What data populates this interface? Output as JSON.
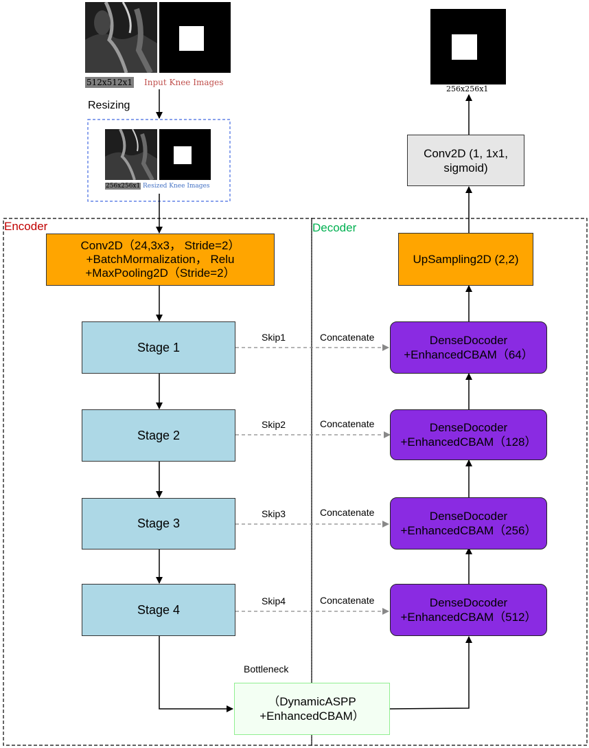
{
  "input": {
    "size_label": "512x512x1",
    "caption": "Input Knee Images"
  },
  "resize": {
    "label": "Resizing",
    "size_label": "256x256x1",
    "caption": "Resized Knee Images"
  },
  "encoder": {
    "title": "Encoder",
    "conv_block": {
      "line1": "Conv2D（24,3x3， Stride=2）",
      "line2": "+BatchMormalization， Relu",
      "line3": "+MaxPooling2D（Stride=2）"
    },
    "stages": [
      "Stage 1",
      "Stage 2",
      "Stage 3",
      "Stage 4"
    ]
  },
  "decoder": {
    "title": "Decoder",
    "blocks": [
      {
        "line1": "DenseDocoder",
        "line2": "+EnhancedCBAM（64）"
      },
      {
        "line1": "DenseDocoder",
        "line2": "+EnhancedCBAM（128）"
      },
      {
        "line1": "DenseDocoder",
        "line2": "+EnhancedCBAM（256）"
      },
      {
        "line1": "DenseDocoder",
        "line2": "+EnhancedCBAM（512）"
      }
    ],
    "upsampling": "UpSampling2D (2,2)",
    "final_conv": {
      "line1": "Conv2D (1, 1x1,",
      "line2": "sigmoid)"
    },
    "output_size": "256x256x1"
  },
  "skips": [
    {
      "skip": "Skip1",
      "concat": "Concatenate"
    },
    {
      "skip": "Skip2",
      "concat": "Concatenate"
    },
    {
      "skip": "Skip3",
      "concat": "Concatenate"
    },
    {
      "skip": "Skip4",
      "concat": "Concatenate"
    }
  ],
  "bottleneck": {
    "label": "Bottleneck",
    "line1": "（DynamicASPP",
    "line2": "+EnhancedCBAM）"
  },
  "colors": {
    "encoder_title": "#c00000",
    "decoder_title": "#00b050",
    "input_caption": "#c0504d",
    "resized_caption": "#4472c4",
    "resize_border": "#4169e1",
    "conv_block": "#ffa500",
    "stage": "#add8e6",
    "decoder_block": "#8a2be2",
    "bottleneck_border": "#90ee90"
  },
  "icons": [
    "mri-knee-image",
    "mask-image"
  ]
}
